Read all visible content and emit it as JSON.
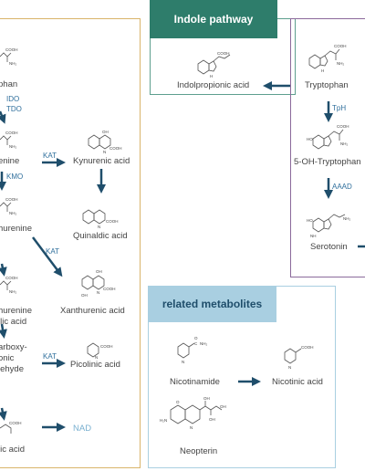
{
  "kynurenine_panel": {
    "enzymes": {
      "ido": "IDO",
      "tdo": "TDO",
      "kat1": "KAT",
      "kmo": "KMO",
      "kat2": "KAT",
      "kat3": "KAT"
    },
    "metabolites": {
      "tryptophan_partial": "phan",
      "kynurenine_partial": "enine",
      "kynurenic_acid": "Kynurenic acid",
      "quinaldic_acid": "Quinaldic acid",
      "hydroxykynurenine_partial": "hurenine",
      "xanthurenic_acid": "Xanthurenic acid",
      "hydroxyanthranilic_line1": "hurenine",
      "hydroxyanthranilic_line2": "ilic acid",
      "acms_line1": "arboxy-",
      "acms_line2": "onic",
      "acms_line3": "lehyde",
      "picolinic_acid": "Picolinic acid",
      "quinolinic_partial": "lic acid",
      "nad": "NAD"
    }
  },
  "indole_pathway": {
    "title": "Indole pathway",
    "indolpropionic_acid": "Indolpropionic acid",
    "tryptophan": "Tryptophan"
  },
  "serotonin_pathway": {
    "enzymes": {
      "tph": "TpH",
      "aaad": "AAAD"
    },
    "hydroxytryptophan": "5-OH-Tryptophan",
    "serotonin": "Serotonin"
  },
  "related_metabolites": {
    "title": "related metabolites",
    "nicotinamide": "Nicotinamide",
    "nicotinic_acid": "Nicotinic acid",
    "neopterin": "Neopterin"
  },
  "colors": {
    "kynurenine_border": "#d9b46a",
    "indole_header": "#2e7d6b",
    "indole_border": "#5d9f8e",
    "serotonin_border": "#8b6a9b",
    "related_header": "#a9cfe1",
    "related_border": "#a9cfe1",
    "arrow": "#1f4e6b",
    "nad": "#7ab0d0"
  }
}
